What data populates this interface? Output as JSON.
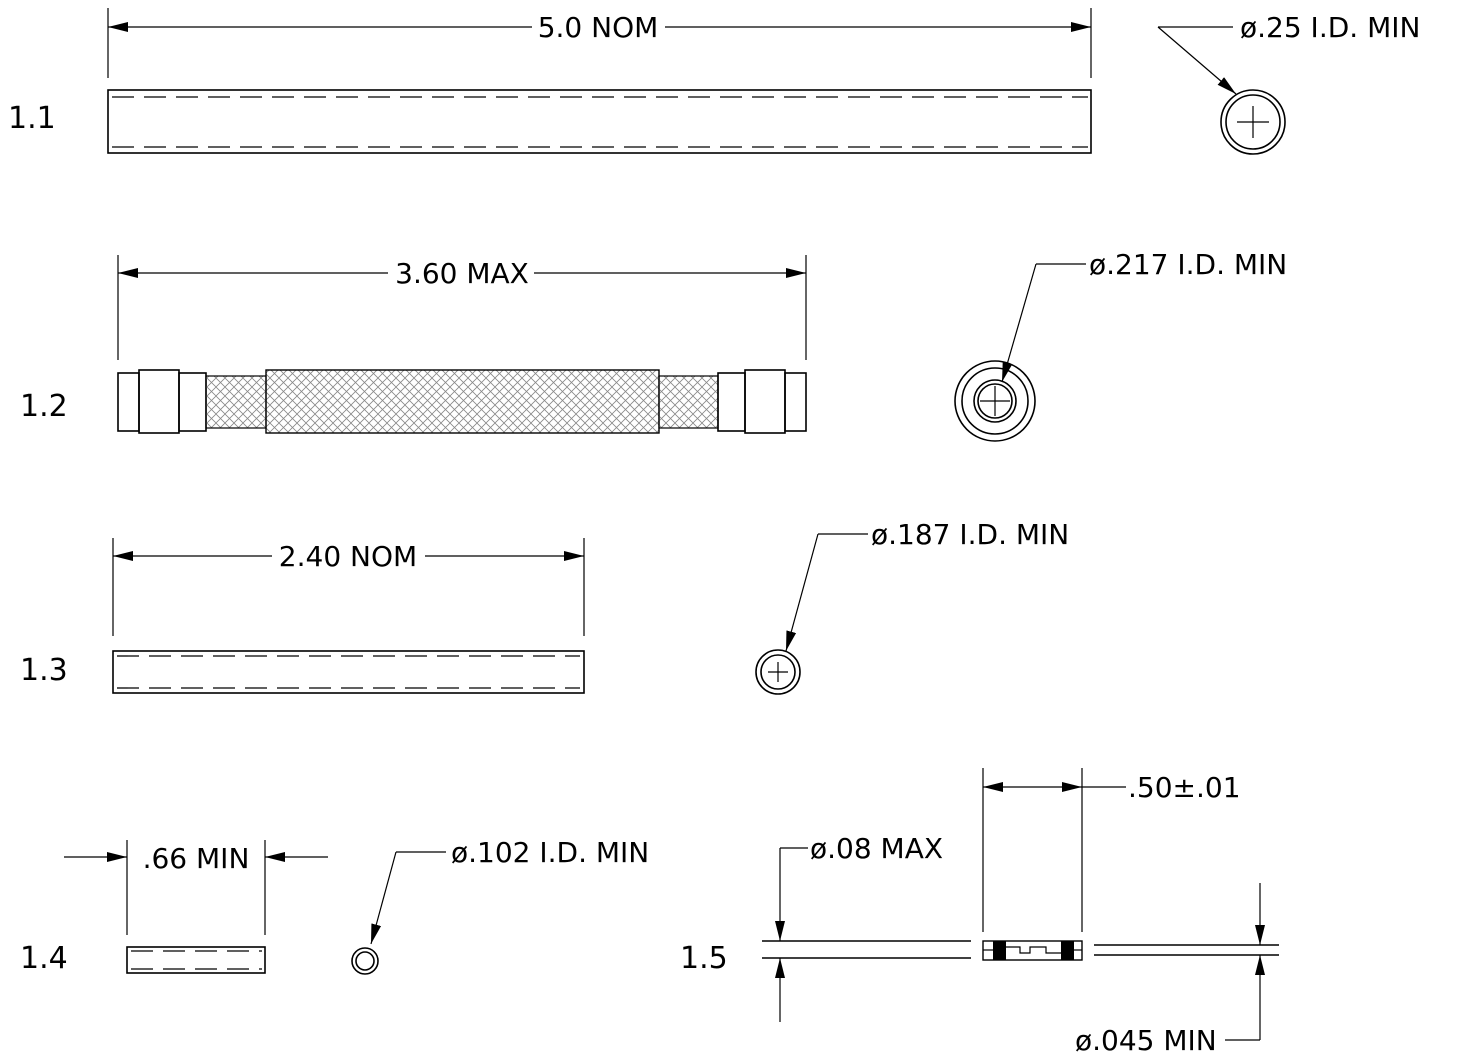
{
  "rows": [
    {
      "id": "1.1",
      "length": "5.0  NOM",
      "diameter": "ø.25  I.D.  MIN"
    },
    {
      "id": "1.2",
      "length": "3.60  MAX",
      "diameter": "ø.217  I.D.  MIN"
    },
    {
      "id": "1.3",
      "length": "2.40  NOM",
      "diameter": "ø.187  I.D.  MIN"
    },
    {
      "id": "1.4",
      "length": ".66  MIN",
      "diameter": "ø.102  I.D.  MIN"
    },
    {
      "id": "1.5",
      "length": ".50±.01",
      "diameter": "ø.08  MAX",
      "inner_diameter": "ø.045  MIN"
    }
  ]
}
